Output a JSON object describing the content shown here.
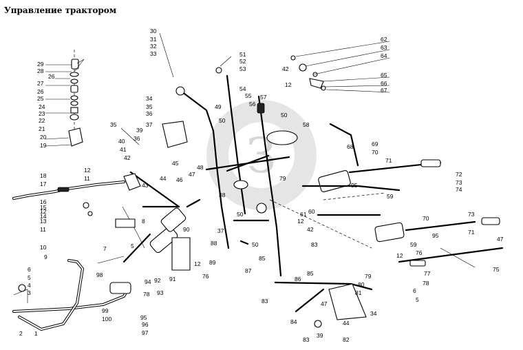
{
  "title": "Управление трактором",
  "labels": [
    "1",
    "2",
    "3",
    "4",
    "5",
    "6",
    "7",
    "8",
    "9",
    "10",
    "11",
    "12",
    "13",
    "14",
    "15",
    "16",
    "17",
    "18",
    "19",
    "20",
    "21",
    "22",
    "23",
    "24",
    "25",
    "26",
    "27",
    "28",
    "29",
    "30",
    "31",
    "32",
    "33",
    "34",
    "35",
    "36",
    "37",
    "38",
    "39",
    "40",
    "41",
    "42",
    "43",
    "44",
    "45",
    "46",
    "47",
    "48",
    "49",
    "50",
    "51",
    "52",
    "53",
    "54",
    "55",
    "56",
    "57",
    "58",
    "59",
    "60",
    "61",
    "62",
    "63",
    "64",
    "65",
    "66",
    "67",
    "68",
    "69",
    "70",
    "71",
    "72",
    "73",
    "74",
    "75",
    "76",
    "77",
    "78",
    "79",
    "80",
    "81",
    "82",
    "83",
    "84",
    "85",
    "86",
    "87",
    "88",
    "89",
    "90",
    "91",
    "92",
    "93",
    "94",
    "95",
    "96",
    "97",
    "98",
    "99",
    "100"
  ],
  "watermark_letter": "З"
}
